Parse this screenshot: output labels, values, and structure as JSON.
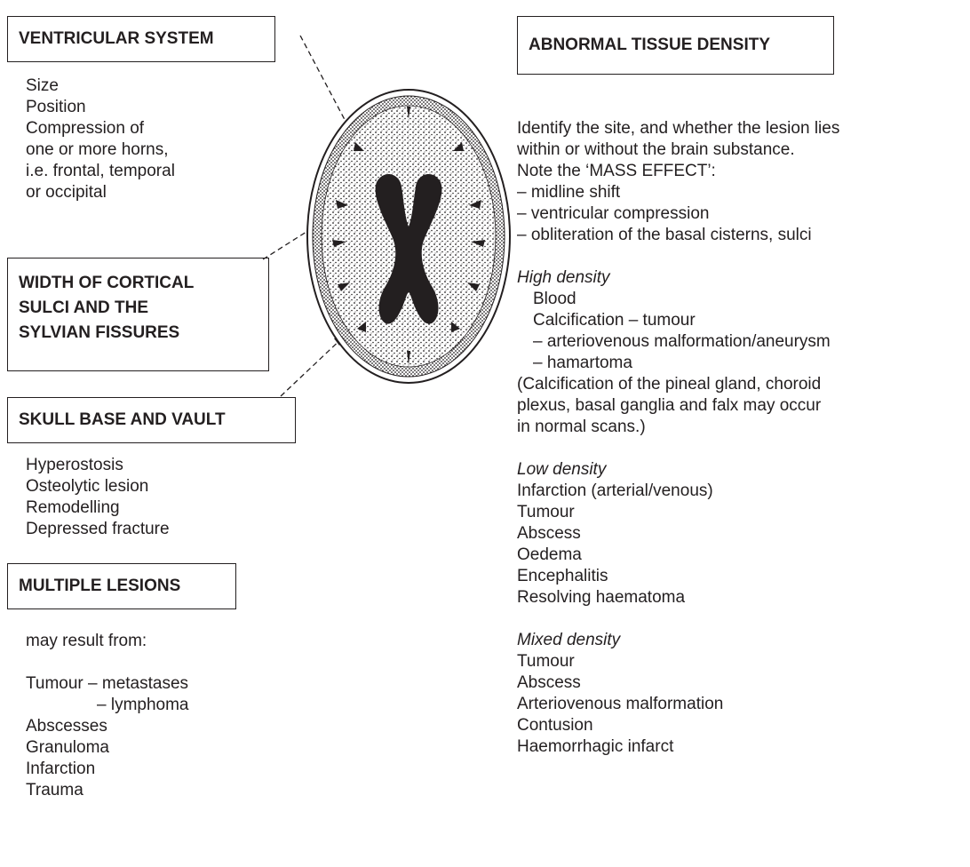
{
  "ventricular_system": {
    "heading": "VENTRICULAR SYSTEM",
    "items": [
      "Size",
      "Position",
      "Compression of",
      "one or more horns,",
      "i.e. frontal, temporal",
      "or occipital"
    ]
  },
  "cortical_sulci": {
    "heading_lines": [
      "WIDTH OF CORTICAL",
      "SULCI AND THE",
      "SYLVIAN FISSURES"
    ]
  },
  "skull": {
    "heading": "SKULL BASE AND VAULT",
    "items": [
      "Hyperostosis",
      "Osteolytic lesion",
      "Remodelling",
      "Depressed fracture"
    ]
  },
  "multiple_lesions": {
    "heading": "MULTIPLE LESIONS",
    "intro": "may result from:",
    "tumour_line": "Tumour – metastases",
    "tumour_sub": "– lymphoma",
    "items": [
      "Abscesses",
      "Granuloma",
      "Infarction",
      "Trauma"
    ]
  },
  "abnormal_density": {
    "heading": "ABNORMAL TISSUE DENSITY",
    "intro_lines": [
      "Identify the site, and whether the lesion lies",
      "within or without the brain substance.",
      "Note the ‘MASS EFFECT’:",
      "– midline shift",
      "– ventricular compression",
      "– obliteration of the basal cisterns, sulci"
    ],
    "high": {
      "title": "High density",
      "items": [
        "Blood",
        "Calcification – tumour",
        "– arteriovenous malformation/aneurysm",
        "– hamartoma"
      ],
      "note_lines": [
        "(Calcification of the pineal gland, choroid",
        "plexus, basal ganglia and falx may occur",
        "in normal scans.)"
      ]
    },
    "low": {
      "title": "Low density",
      "items": [
        "Infarction (arterial/venous)",
        "Tumour",
        "Abscess",
        "Oedema",
        "Encephalitis",
        "Resolving haematoma"
      ]
    },
    "mixed": {
      "title": "Mixed density",
      "items": [
        "Tumour",
        "Abscess",
        "Arteriovenous malformation",
        "Contusion",
        "Haemorrhagic infarct"
      ]
    }
  },
  "colors": {
    "ink": "#231f20",
    "background": "#ffffff"
  }
}
